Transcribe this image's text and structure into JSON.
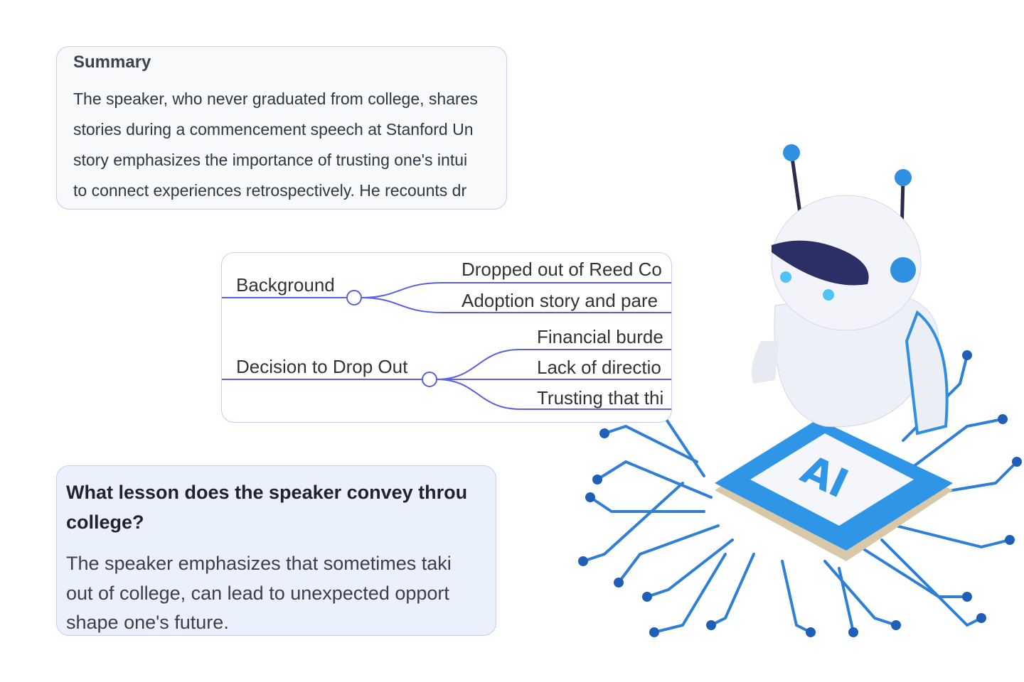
{
  "summary": {
    "title": "Summary",
    "lines": [
      "The speaker, who never graduated from college, shares",
      "stories during a commencement speech at Stanford Un",
      "story emphasizes the importance of trusting one's intui",
      "to connect experiences retrospectively. He recounts dr"
    ]
  },
  "mindmap": {
    "nodes": [
      {
        "label": "Background",
        "children": [
          "Dropped out of Reed Co",
          "Adoption story and pare"
        ]
      },
      {
        "label": "Decision to Drop Out",
        "children": [
          "Financial burde",
          "Lack of directio",
          "Trusting that thi"
        ]
      }
    ],
    "line_color": "#5a5ee8"
  },
  "qa": {
    "question_lines": [
      "What lesson does the speaker convey throu",
      "college?"
    ],
    "answer_lines": [
      "The speaker emphasizes that sometimes taki",
      "out of college, can lead to unexpected opport",
      "shape one's future."
    ]
  },
  "illustration": {
    "chip_label": "AI",
    "icon": "robot-on-ai-chip-illustration",
    "accent": "#2f8fe0"
  }
}
